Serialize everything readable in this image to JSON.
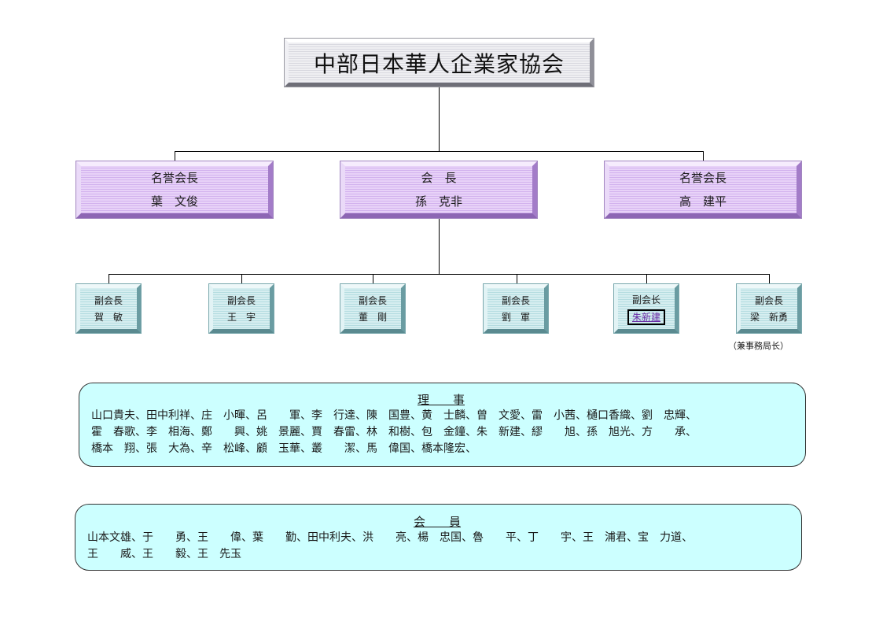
{
  "organization": {
    "title": "中部日本華人企業家協会"
  },
  "leaders": [
    {
      "role": "名誉会長",
      "name": "葉　文俊"
    },
    {
      "role": "会　長",
      "name": "孫　克非"
    },
    {
      "role": "名誉会長",
      "name": "高　建平"
    }
  ],
  "vice_presidents": [
    {
      "role": "副会長",
      "name": "賀　敏"
    },
    {
      "role": "副会長",
      "name": "王　宇"
    },
    {
      "role": "副会長",
      "name": "董　剛"
    },
    {
      "role": "副会長",
      "name": "劉　軍"
    },
    {
      "role": "副会长",
      "name": "朱新建"
    },
    {
      "role": "副会長",
      "name": "梁　新勇"
    }
  ],
  "vice_president_note": "（兼事務局长）",
  "directors": {
    "title": "理　　事",
    "lines": [
      "山口貴夫、田中利祥、庄　小暉、呂　　軍、李　行達、陳　国豊、黄　士麟、曾　文愛、雷　小茜、樋口香織、劉　忠輝、",
      "霍　春歌、李　相海、鄭　　興、姚　景麗、賈　春雷、林　和樹、包　金鐘、朱　新建、繆　　旭、孫　旭光、方　　承、",
      "橋本　翔、張　大為、辛　松峰、顧　玉華、叢　　潔、馬　偉国、橋本隆宏、"
    ]
  },
  "members": {
    "title": "会　　員",
    "lines": [
      "山本文雄、于　　勇、王　　偉、葉　　勤、田中利夫、洪　　亮、楊　忠国、魯　　平、丁　　宇、王　浦君、宝　力道、",
      "王　　威、王　　毅、王　先玉"
    ]
  }
}
